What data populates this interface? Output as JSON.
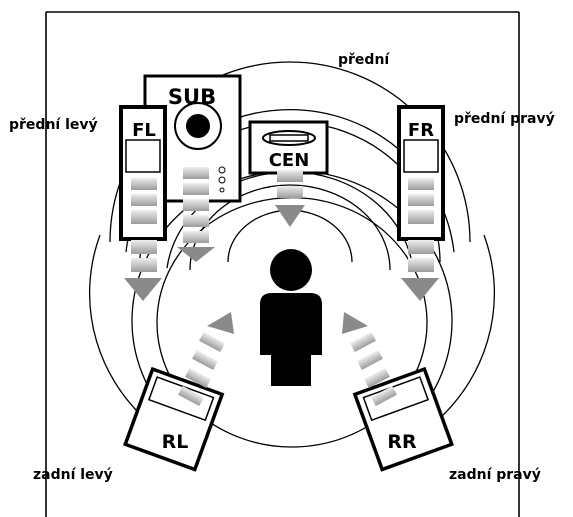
{
  "labels": {
    "front": "přední",
    "front_left": "přední levý",
    "front_right": "přední pravý",
    "rear_left": "zadní levý",
    "rear_right": "zadní pravý"
  },
  "speakers": {
    "fl": "FL",
    "fr": "FR",
    "sub": "SUB",
    "cen": "CEN",
    "rl": "RL",
    "rr": "RR"
  }
}
